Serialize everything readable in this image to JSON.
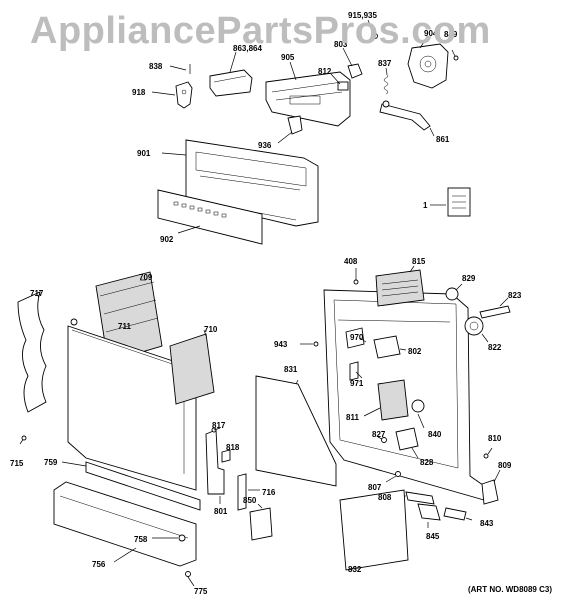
{
  "watermark": "AppliancePartsPros.com",
  "art_number": "(ART NO. WD8089 C3)",
  "callouts": {
    "c838": "838",
    "c863": "863,864",
    "c905": "905",
    "c915": "915,935",
    "c803": "803",
    "c812": "812",
    "c837": "837",
    "c904": "904",
    "c849": "849",
    "c918": "918",
    "c936": "936",
    "c861": "861",
    "c901": "901",
    "c902": "902",
    "c1": "1",
    "c717": "717",
    "c709": "709",
    "c711": "711",
    "c710": "710",
    "c408": "408",
    "c815": "815",
    "c829": "829",
    "c823": "823",
    "c943": "943",
    "c970": "970",
    "c802": "802",
    "c822": "822",
    "c831": "831",
    "c971": "971",
    "c811": "811",
    "c817": "817",
    "c818": "818",
    "c827": "827",
    "c840": "840",
    "c810": "810",
    "c828": "828",
    "c715": "715",
    "c759": "759",
    "c716": "716",
    "c807": "807",
    "c809": "809",
    "c850": "850",
    "c808": "808",
    "c801": "801",
    "c843": "843",
    "c845": "845",
    "c758": "758",
    "c756": "756",
    "c832": "832",
    "c775": "775"
  }
}
